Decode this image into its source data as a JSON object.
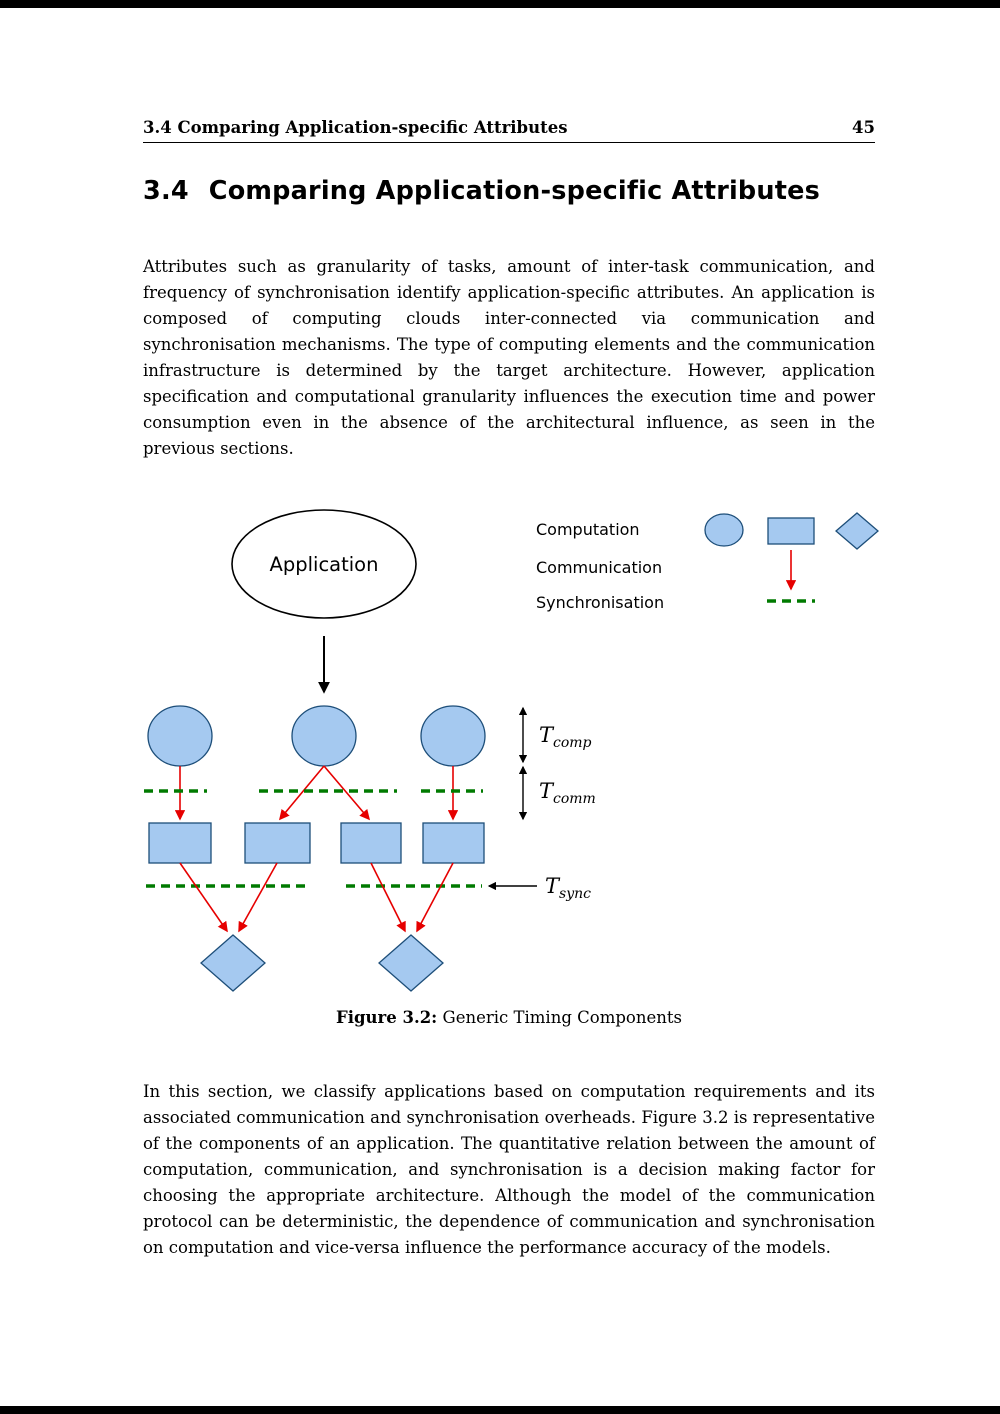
{
  "header": {
    "running_title": "3.4 Comparing Application-specific Attributes",
    "page_number": "45"
  },
  "section": {
    "number": "3.4",
    "title": "Comparing Application-specific Attributes"
  },
  "paragraphs": [
    "Attributes such as granularity of tasks, amount of inter-task communication, and frequency of synchronisation identify application-specific attributes. An application is composed of computing clouds inter-connected via communication and synchronisation mechanisms. The type of computing elements and the communication infrastructure is determined by the target architecture. However, application specification and computational granularity influences the execution time and power consumption even in the absence of the architectural influence, as seen in the previous sections.",
    "In this section, we classify applications based on computation requirements and its associated communication and synchronisation overheads. Figure 3.2 is representative of the components of an application. The quantitative relation between the amount of computation, communication, and synchronisation is a decision making factor for choosing the appropriate architecture. Although the model of the communication protocol can be deterministic, the dependence of communication and synchronisation on computation and vice-versa influence the performance accuracy of the models."
  ],
  "figure": {
    "application_label": "Application",
    "legend": {
      "computation": "Computation",
      "communication": "Communication",
      "synchronisation": "Synchronisation"
    },
    "timings": {
      "comp": {
        "main": "T",
        "sub": "comp"
      },
      "comm": {
        "main": "T",
        "sub": "comm"
      },
      "sync": {
        "main": "T",
        "sub": "sync"
      }
    },
    "caption_label": "Figure 3.2:",
    "caption_text": "Generic Timing Components",
    "colors": {
      "shape_fill": "#a5c9f0",
      "shape_stroke": "#1d4e79",
      "communication_arrow": "#e60000",
      "synchronisation_line": "#007a00"
    }
  }
}
